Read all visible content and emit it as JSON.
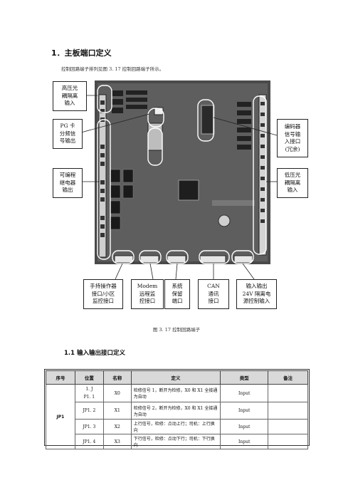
{
  "heading": "1．主板端口定义",
  "intro": "控制回路端子排列见图 3. 17 控制回路端子所示。",
  "callouts": {
    "high_voltage_input": "高压光\n耦隔离\n输入",
    "pg_card": "PG 卡\n分频信\n号输出",
    "programmable_relay": "可编程\n继电器\n输出",
    "encoder": "编码器\n信号输\n入接口\n(冗余)",
    "low_voltage_input": "低压光\n耦隔离\n输入",
    "handheld": "手持操作器\n接口/小区\n监控接口",
    "modem": "Modem\n远程监\n控接口",
    "reserved": "系统\n保留\n端口",
    "can": "CAN\n通讯\n接口",
    "io_24v": "输入输出\n24V 隔离电\n源控制输入"
  },
  "figure_caption": "图 3. 17  控制回路端子",
  "subheading": "1.1   输入输出接口定义",
  "table": {
    "headers": [
      "序号",
      "位置",
      "名称",
      "定义",
      "类型",
      "备注"
    ],
    "group_label": "JP1",
    "rows": [
      {
        "pos": "1. J\nP1. 1",
        "name": "X0",
        "def": "检修信号 1，断开为检修，X0 和 X1 全接通为自动",
        "type": "Input",
        "note": ""
      },
      {
        "pos": "JP1. 2",
        "name": "X1",
        "def": "检修信号 2，断开为检修，X0 和 X1 全接通为自动",
        "type": "Input",
        "note": ""
      },
      {
        "pos": "JP1. 3",
        "name": "X2",
        "def": "上行信号，检修：点动上行；司机：上行换向",
        "type": "Input",
        "note": ""
      },
      {
        "pos": "JP1. 4",
        "name": "X3",
        "def": "下行信号，检修：点动下行；司机：下行换向",
        "type": "Input",
        "note": ""
      }
    ]
  }
}
